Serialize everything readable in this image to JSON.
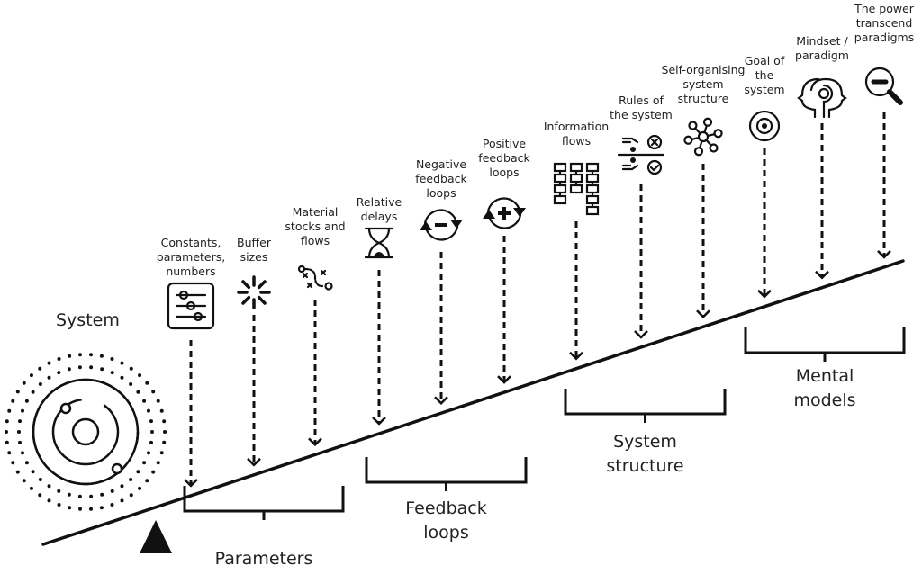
{
  "diagram": {
    "title": "System",
    "points": [
      {
        "label": "Constants,\nparameters,\nnumbers",
        "icon": "sliders-icon"
      },
      {
        "label": "Buffer\nsizes",
        "icon": "burst-icon"
      },
      {
        "label": "Material\nstocks and\nflows",
        "icon": "flow-path-icon"
      },
      {
        "label": "Relative\ndelays",
        "icon": "hourglass-icon"
      },
      {
        "label": "Negative\nfeedback\nloops",
        "icon": "loop-minus-icon"
      },
      {
        "label": "Positive\nfeedback\nloops",
        "icon": "loop-plus-icon"
      },
      {
        "label": "Information\nflows",
        "icon": "blocks-icon"
      },
      {
        "label": "Rules of\nthe system",
        "icon": "rules-icon"
      },
      {
        "label": "Self-organising\nsystem\nstructure",
        "icon": "network-icon"
      },
      {
        "label": "Goal of\nthe\nsystem",
        "icon": "target-icon"
      },
      {
        "label": "Mindset /\nparadigm",
        "icon": "heads-icon"
      },
      {
        "label": "The power\ntranscend\nparadigms",
        "icon": "magnifier-minus-icon"
      }
    ],
    "groups": [
      {
        "label": "Parameters"
      },
      {
        "label": "Feedback\nloops"
      },
      {
        "label": "System\nstructure"
      },
      {
        "label": "Mental models"
      }
    ],
    "colors": {
      "ink": "#111111",
      "background": "#ffffff"
    }
  }
}
